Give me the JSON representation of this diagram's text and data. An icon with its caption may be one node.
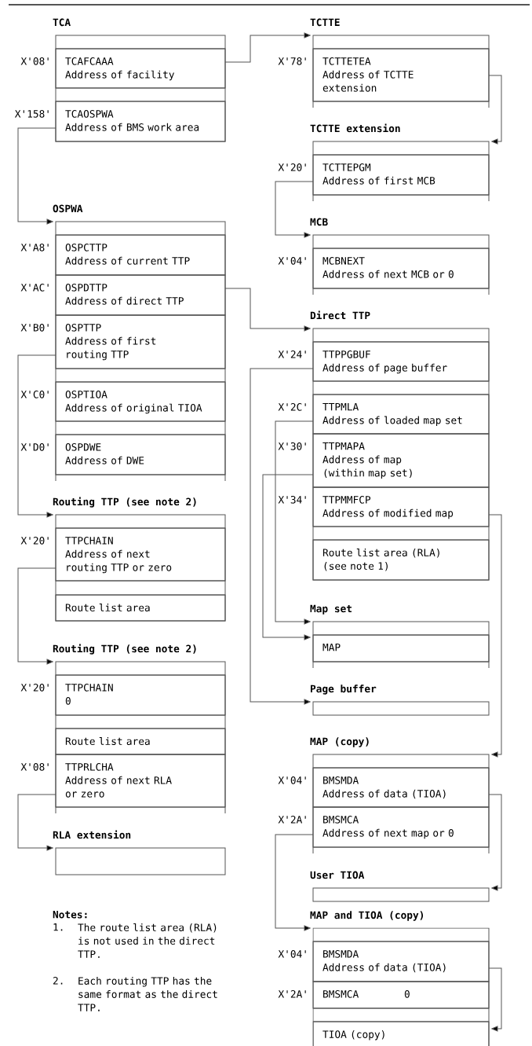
{
  "diagram": {
    "nodes": [
      {
        "text": [
          "TCA"
        ]
      },
      {
        "text": [
          "TCAFCAAA",
          "Address of facility"
        ],
        "in": 0,
        "beside": [
          "X'08'"
        ]
      },
      {
        "text": [
          "TCAOSPWA",
          "Address of BMS work area"
        ],
        "in": 0,
        "beside": [
          "X'158'"
        ]
      },
      {
        "text": [
          "OSPWA"
        ]
      },
      {
        "text": [
          "OSPCTTP",
          "Address of current TTP"
        ],
        "in": 3,
        "beside": [
          "X'A8'"
        ]
      },
      {
        "text": [
          "OSPDTTP",
          "Address of direct TTP"
        ],
        "in": 3,
        "beside": [
          "X'AC'"
        ]
      },
      {
        "text": [
          "OSPTTP",
          "Address of first routing TTP"
        ],
        "in": 3,
        "beside": [
          "X'B0'"
        ]
      },
      {
        "text": [
          "OSPTIOA",
          "Address of original TIOA"
        ],
        "in": 3,
        "beside": [
          "X'C0'"
        ]
      },
      {
        "text": [
          "OSPDWE",
          "Address of DWE"
        ],
        "in": 3,
        "beside": [
          "X'D0'"
        ]
      },
      {
        "text": [
          "Routing TTP (see note 2)"
        ]
      },
      {
        "text": [
          "TTPCHAIN",
          "Address of next routing TTP or zero"
        ],
        "in": 9,
        "beside": [
          "X'20'"
        ]
      },
      {
        "text": [
          "Route list area"
        ],
        "in": 9
      },
      {
        "text": [
          "Routing TTP (see note 2)"
        ]
      },
      {
        "text": [
          "TTPCHAIN",
          "0"
        ],
        "in": 12,
        "beside": [
          "X'20'"
        ]
      },
      {
        "text": [
          "Route list area"
        ],
        "in": 12
      },
      {
        "text": [
          "TTPRLCHA",
          "Address of next RLA or zero"
        ],
        "in": 12,
        "beside": [
          "X'08'"
        ]
      },
      {
        "text": [
          "RLA extension"
        ]
      },
      {
        "text": [
          "TCTTE"
        ]
      },
      {
        "text": [
          "TCTTETEA",
          "Address of TCTTE extension"
        ],
        "in": 17,
        "beside": [
          "X'78'"
        ]
      },
      {
        "text": [
          "TCTTE extension"
        ]
      },
      {
        "text": [
          "TCTTEPGM",
          "Address of first MCB"
        ],
        "in": 19,
        "beside": [
          "X'20'"
        ]
      },
      {
        "text": [
          "MCB"
        ]
      },
      {
        "text": [
          "MCBNEXT",
          "Address of next MCB or 0"
        ],
        "in": 21,
        "beside": [
          "X'04'"
        ]
      },
      {
        "text": [
          "Direct TTP"
        ]
      },
      {
        "text": [
          "TTPPGBUF",
          "Address of page buffer"
        ],
        "in": 23,
        "beside": [
          "X'24'"
        ]
      },
      {
        "text": [
          "TTPMLA",
          "Address of loaded map set"
        ],
        "in": 23,
        "beside": [
          "X'2C'"
        ]
      },
      {
        "text": [
          "TTPMAPA",
          "Address of map (within map set)"
        ],
        "in": 23,
        "beside": [
          "X'30'"
        ]
      },
      {
        "text": [
          "TTPMMFCP",
          "Address of modified map"
        ],
        "in": 23,
        "beside": [
          "X'34'"
        ]
      },
      {
        "text": [
          "Route list area (RLA) (see note 1)"
        ],
        "in": 23
      },
      {
        "text": [
          "Map set"
        ]
      },
      {
        "text": [
          "MAP"
        ],
        "in": 29
      },
      {
        "text": [
          "Page buffer"
        ]
      },
      {
        "text": [
          "MAP (copy)"
        ]
      },
      {
        "text": [
          "BMSMDA",
          "Address of data (TIOA)"
        ],
        "in": 32,
        "beside": [
          "X'04'"
        ]
      },
      {
        "text": [
          "BMSMCA",
          "Address of next map or 0"
        ],
        "in": 32,
        "beside": [
          "X'2A'"
        ]
      },
      {
        "text": [
          "User TIOA"
        ]
      },
      {
        "text": [
          "MAP and TIOA (copy)"
        ]
      },
      {
        "text": [
          "BMSMDA",
          "Address of data (TIOA)"
        ],
        "in": 36,
        "beside": [
          "X'04'"
        ]
      },
      {
        "text": [
          "BMSMCA",
          "0"
        ],
        "in": 36,
        "beside": [
          "X'2A'"
        ]
      },
      {
        "text": [
          "TIOA (copy)"
        ],
        "in": 36
      }
    ],
    "edges": [
      {
        "from": 1,
        "to": 17,
        "arrow": "to"
      },
      {
        "from": 2,
        "to": 3,
        "arrow": "to"
      },
      {
        "from": 5,
        "to": 23,
        "arrow": "to"
      },
      {
        "from": 6,
        "to": 9,
        "arrow": "to"
      },
      {
        "from": 10,
        "to": 12,
        "arrow": "to"
      },
      {
        "from": 15,
        "to": 16,
        "arrow": "to"
      },
      {
        "from": 18,
        "to": 19,
        "arrow": "to"
      },
      {
        "from": 20,
        "to": 21,
        "arrow": "to"
      },
      {
        "from": 24,
        "to": 31,
        "arrow": "to"
      },
      {
        "from": 25,
        "to": 29,
        "arrow": "to"
      },
      {
        "from": 26,
        "to": 30,
        "arrow": "to"
      },
      {
        "from": 27,
        "to": 32,
        "arrow": "to"
      },
      {
        "from": 33,
        "to": 35,
        "arrow": "to"
      },
      {
        "from": 34,
        "to": 36,
        "arrow": "to"
      },
      {
        "from": 37,
        "to": 39,
        "arrow": "to"
      }
    ],
    "labels": [
      "Notes:",
      "1.",
      "The route list area (RLA) is not used in the direct TTP.",
      "2.",
      "Each routing TTP has the same format as the direct TTP."
    ]
  }
}
